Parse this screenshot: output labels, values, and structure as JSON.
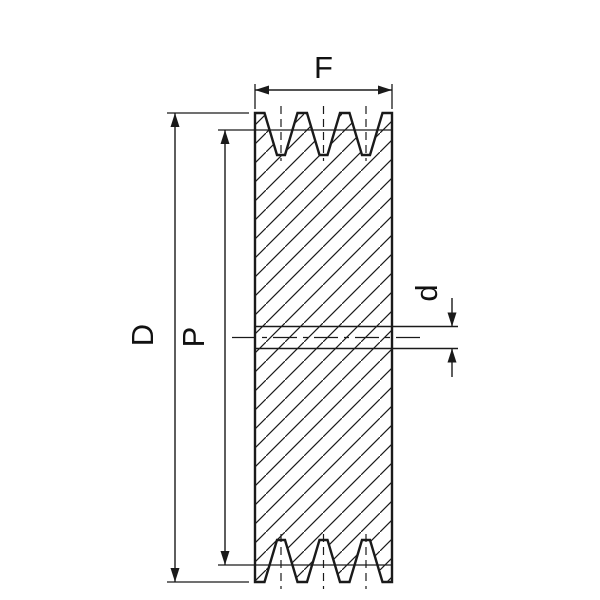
{
  "diagram": {
    "type": "technical-drawing",
    "subject": "v-belt pulley cross-section",
    "groove_count": 3,
    "labels": {
      "face_width": "F",
      "outer_diameter": "D",
      "pitch_diameter": "P",
      "bore_diameter": "d"
    },
    "colors": {
      "line": "#1a1a1a",
      "background": "#ffffff"
    }
  }
}
